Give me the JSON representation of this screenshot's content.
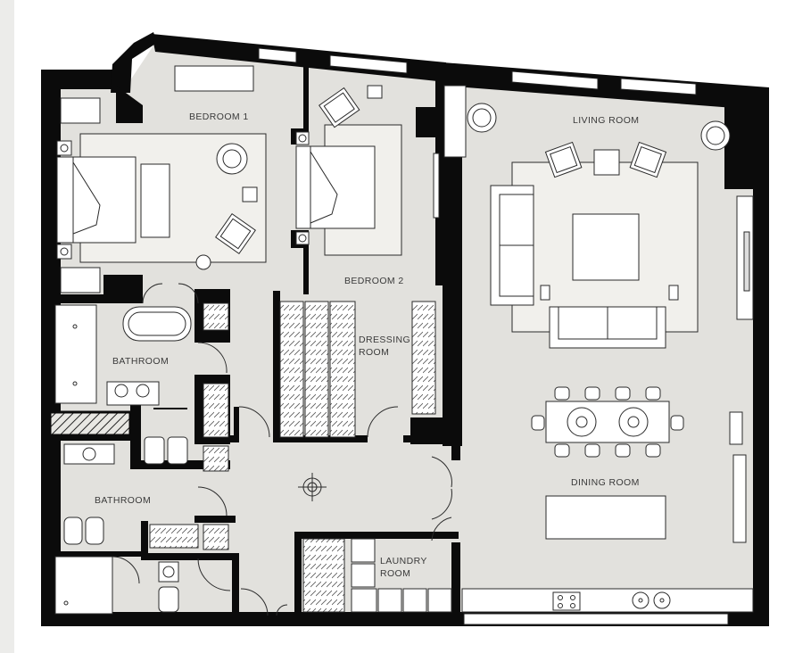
{
  "floor_plan": {
    "rooms": {
      "bedroom1": "BEDROOM 1",
      "bedroom2": "BEDROOM 2",
      "living_room": "LIVING ROOM",
      "dressing_room": [
        "DRESSING",
        "ROOM"
      ],
      "bathroom_upper": "BATHROOM",
      "bathroom_lower": "BATHROOM",
      "dining_room": "DINING ROOM",
      "laundry_room": [
        "LAUNDRY",
        "ROOM"
      ]
    },
    "colors": {
      "wall": "#0b0b0b",
      "floor": "#e2e1dd",
      "rug": "#f1f0ec",
      "furniture_fill": "#ffffff",
      "line": "#2a2a2a",
      "background": "#ffffff",
      "side_strip": "#ececea"
    },
    "icons": [
      "bed-icon",
      "armchair-icon",
      "bathtub-icon",
      "sink-icon",
      "toilet-icon",
      "bidet-icon",
      "shower-icon",
      "sofa-icon",
      "dining-table-icon",
      "cooktop-icon",
      "door-swing-icon",
      "wardrobe-icon",
      "floor-drain-icon"
    ]
  }
}
